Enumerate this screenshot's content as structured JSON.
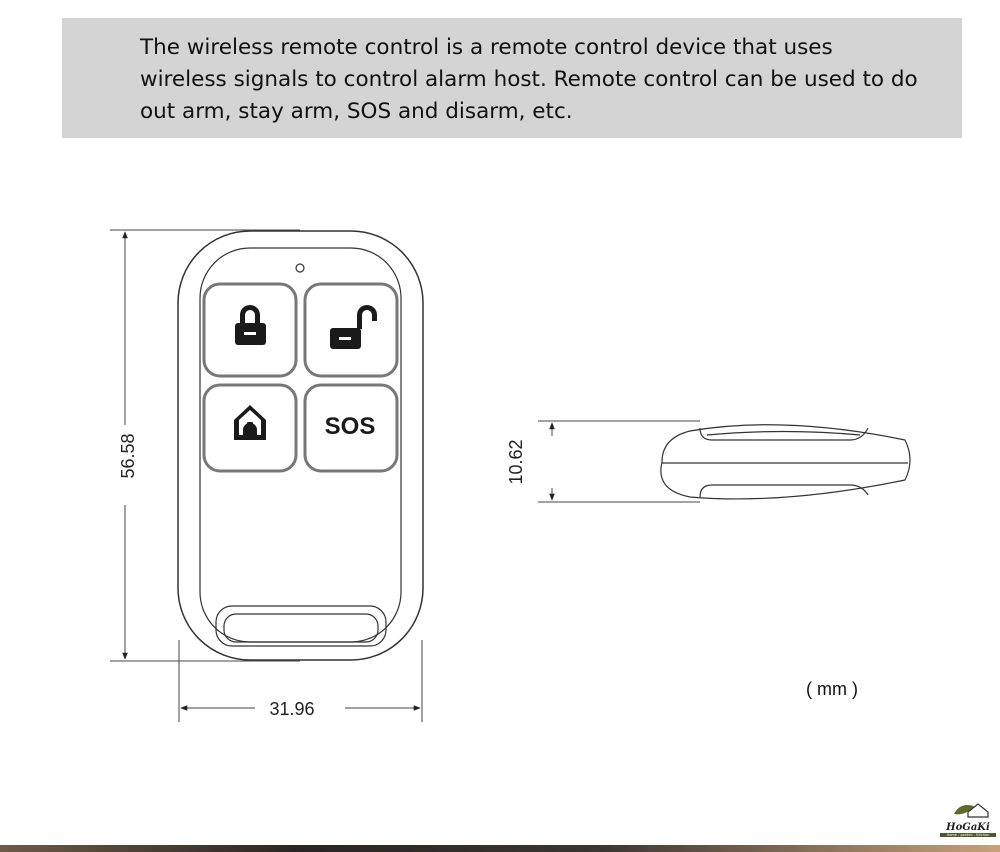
{
  "banner": {
    "text": "The wireless remote control is a remote control device that uses wireless signals to control alarm host. Remote control can be used to do out arm, stay arm, SOS and disarm, etc."
  },
  "diagram": {
    "height_label": "56.58",
    "width_label": "31.96",
    "thickness_label": "10.62",
    "unit_label": "( mm )",
    "buttons": [
      {
        "icon": "lock-icon"
      },
      {
        "icon": "unlock-icon"
      },
      {
        "icon": "home-icon"
      },
      {
        "label": "SOS"
      }
    ]
  },
  "logo": {
    "name": "HoGaKi",
    "tagline": "Home - garden - Kitchen"
  }
}
